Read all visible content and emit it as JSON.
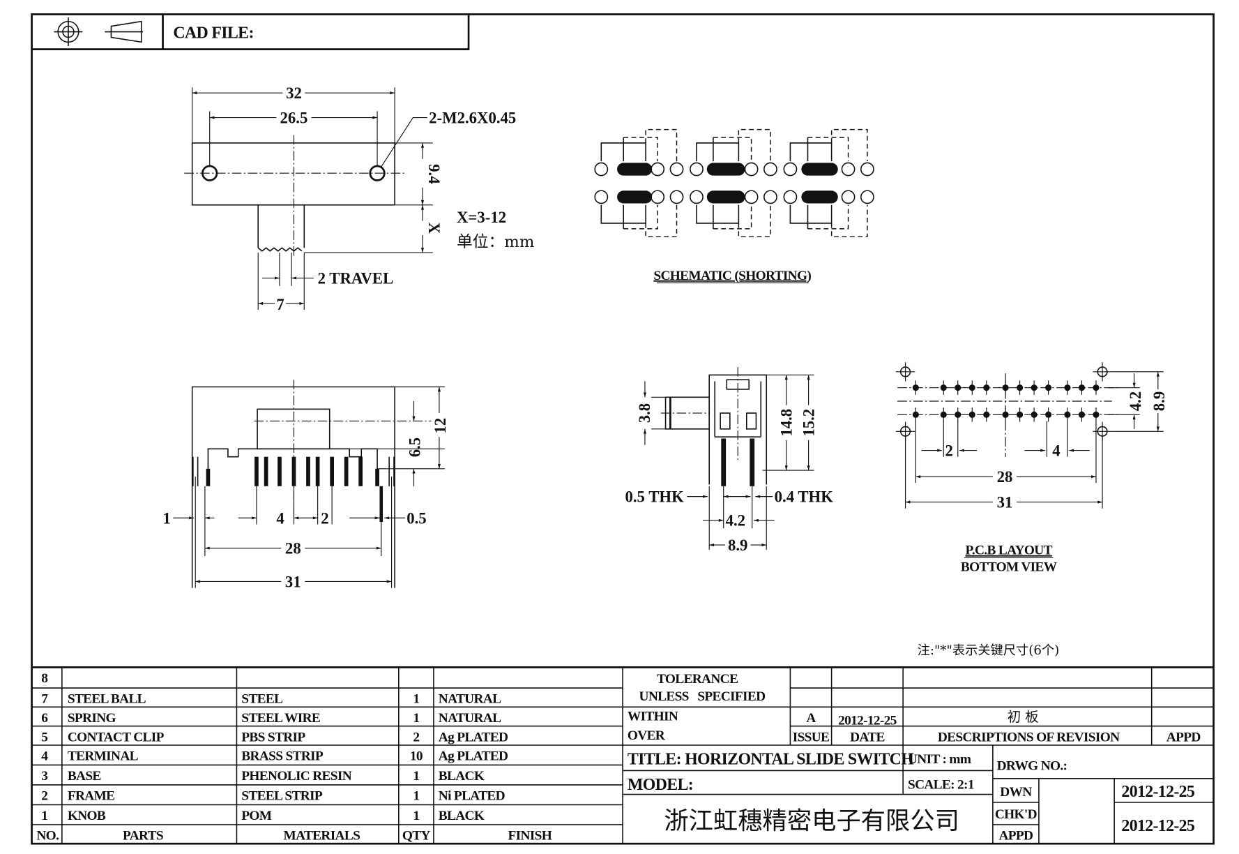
{
  "header": {
    "cad_file_label": "CAD FILE:",
    "icons": [
      "crosshair-circle-icon",
      "projection-cone-icon"
    ]
  },
  "top_view": {
    "dim_overall": "32",
    "dim_holes": "26.5",
    "thread_callout": "2-M2.6X0.45",
    "dim_height": "9.4",
    "dim_x": "X",
    "x_range": "X=3-12",
    "unit_note": "单位：mm",
    "travel": "2 TRAVEL",
    "dim_knob": "7"
  },
  "schematic": {
    "label": "SCHEMATIC (SHORTING)",
    "groups": 3
  },
  "front_view": {
    "dim_1": "1",
    "dim_4": "4",
    "dim_2": "2",
    "dim_05": "0.5",
    "dim_28": "28",
    "dim_31": "31",
    "dim_12": "12",
    "dim_65": "6.5"
  },
  "side_view": {
    "dim_38": "3.8",
    "dim_148": "14.8",
    "dim_152": "15.2",
    "thk_left": "0.5 THK",
    "thk_right": "0.4 THK",
    "dim_42": "4.2",
    "dim_89": "8.9"
  },
  "pcb_layout": {
    "dim_2": "2",
    "dim_4": "4",
    "dim_28": "28",
    "dim_31": "31",
    "dim_42": "4.2",
    "dim_89": "8.9",
    "label_1": "P.C.B LAYOUT",
    "label_2": "BOTTOM VIEW"
  },
  "note": "注:\"*\"表示关键尺寸(6个)",
  "bom": {
    "headers": {
      "no": "NO.",
      "parts": "PARTS",
      "materials": "MATERIALS",
      "qty": "QTY",
      "finish": "FINISH"
    },
    "rows": [
      {
        "no": "8",
        "part": "",
        "material": "",
        "qty": "",
        "finish": ""
      },
      {
        "no": "7",
        "part": "STEEL BALL",
        "material": "STEEL",
        "qty": "1",
        "finish": "NATURAL"
      },
      {
        "no": "6",
        "part": "SPRING",
        "material": "STEEL WIRE",
        "qty": "1",
        "finish": "NATURAL"
      },
      {
        "no": "5",
        "part": "CONTACT CLIP",
        "material": "PBS STRIP",
        "qty": "2",
        "finish": "Ag PLATED"
      },
      {
        "no": "4",
        "part": "TERMINAL",
        "material": "BRASS STRIP",
        "qty": "10",
        "finish": "Ag PLATED"
      },
      {
        "no": "3",
        "part": "BASE",
        "material": "PHENOLIC RESIN",
        "qty": "1",
        "finish": "BLACK"
      },
      {
        "no": "2",
        "part": "FRAME",
        "material": "STEEL STRIP",
        "qty": "1",
        "finish": "Ni PLATED"
      },
      {
        "no": "1",
        "part": "KNOB",
        "material": "POM",
        "qty": "1",
        "finish": "BLACK"
      }
    ]
  },
  "title_block": {
    "tolerance": "TOLERANCE",
    "unless_specified": "UNLESS   SPECIFIED",
    "within": "WITHIN",
    "over": "OVER",
    "issue_value": "A",
    "issue_date": "2012-12-25",
    "revision_desc": "初 板",
    "issue_label": "ISSUE",
    "date_label": "DATE",
    "desc_label": "DESCRIPTIONS OF REVISION",
    "appd_label": "APPD",
    "title": "TITLE: HORIZONTAL SLIDE SWITCH",
    "unit": "UNIT : mm",
    "drwg_no": "DRWG NO.:",
    "model": "MODEL:",
    "scale": "SCALE: 2:1",
    "company": "浙江虹穗精密电子有限公司",
    "dwn": "DWN",
    "dwn_date": "2012-12-25",
    "chkd": "CHK'D",
    "appd": "APPD",
    "chkd_appd_date": "2012-12-25"
  }
}
